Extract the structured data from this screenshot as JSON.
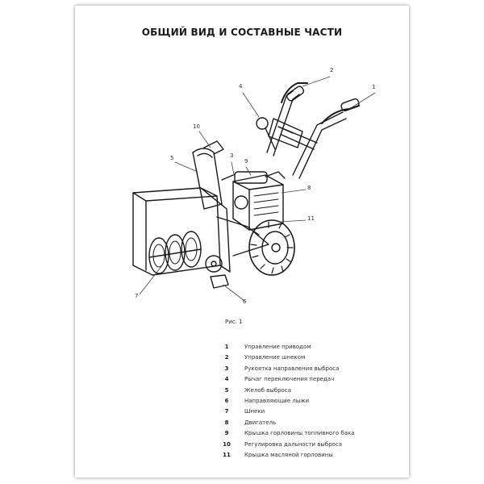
{
  "page": {
    "title": "ОБЩИЙ ВИД И СОСТАВНЫЕ ЧАСТИ",
    "figure_caption": "Рис. 1"
  },
  "figure": {
    "image_description": "snowblower",
    "callouts": [
      "1",
      "2",
      "3",
      "4",
      "5",
      "6",
      "7",
      "8",
      "9",
      "10",
      "11"
    ]
  },
  "legend": [
    {
      "num": "1",
      "label": "Управление приводом"
    },
    {
      "num": "2",
      "label": "Управление шнеком"
    },
    {
      "num": "3",
      "label": "Рукоятка направления выброса"
    },
    {
      "num": "4",
      "label": "Рычаг переключения передач"
    },
    {
      "num": "5",
      "label": "Желоб выброса"
    },
    {
      "num": "6",
      "label": "Направляющие лыжи"
    },
    {
      "num": "7",
      "label": "Шнеки"
    },
    {
      "num": "8",
      "label": "Двигатель"
    },
    {
      "num": "9",
      "label": "Крышка горловины топливного бака"
    },
    {
      "num": "10",
      "label": "Регулировка дальности выброса"
    },
    {
      "num": "11",
      "label": "Крышка масляной горловины"
    }
  ]
}
